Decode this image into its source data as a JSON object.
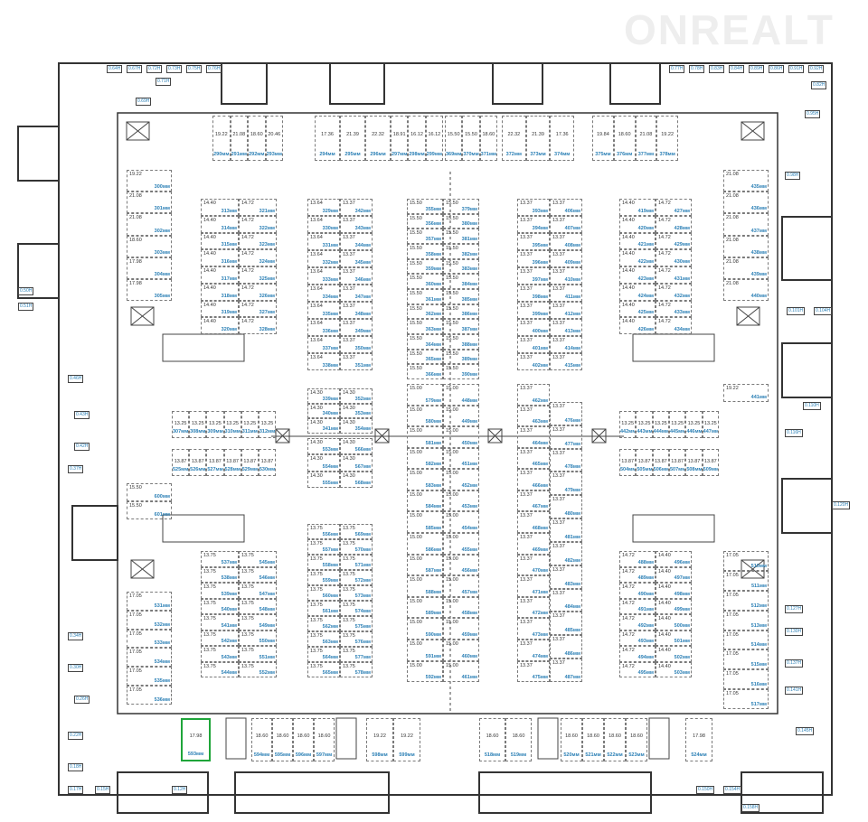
{
  "logo_text": "ONREALT",
  "spot_suffix": "мм",
  "highlight_spot": "593",
  "colors": {
    "highlight": "#1fa53a",
    "number": "#2a7fb5",
    "wall": "#333333"
  },
  "blocks": [
    {
      "id": "t1",
      "start": 290,
      "count": 4,
      "areas": [
        "19.22",
        "21.08",
        "18.60",
        "20.46"
      ]
    },
    {
      "id": "t2",
      "start": 294,
      "count": 3,
      "areas": [
        "17.36",
        "21.39",
        "22.32"
      ]
    },
    {
      "id": "t3",
      "start": 297,
      "count": 3,
      "areas": [
        "18.91",
        "16.12",
        "16.12"
      ]
    },
    {
      "id": "t4",
      "start": 369,
      "count": 3,
      "areas": [
        "15.50",
        "15.50",
        "18.60"
      ]
    },
    {
      "id": "t5",
      "start": 372,
      "count": 3,
      "areas": [
        "22.32",
        "21.39",
        "17.36"
      ]
    },
    {
      "id": "t6",
      "start": 375,
      "count": 4,
      "areas": [
        "19.84",
        "18.60",
        "21.08",
        "19.22"
      ]
    },
    {
      "id": "lc1",
      "start": 300,
      "count": 6,
      "areas": [
        "19.22",
        "21.08",
        "21.08",
        "18.60",
        "17.98",
        "17.98"
      ]
    },
    {
      "id": "aL",
      "start": 313,
      "count": 8,
      "area": "14.40"
    },
    {
      "id": "aR",
      "start": 321,
      "count": 8,
      "area": "14.72"
    },
    {
      "id": "bL",
      "start": 329,
      "count": 10,
      "area": "13.64"
    },
    {
      "id": "bR",
      "start": 342,
      "count": 10,
      "area": "13.37"
    },
    {
      "id": "cL",
      "start": 355,
      "count": 12,
      "area": "15.50"
    },
    {
      "id": "cR",
      "start": 379,
      "count": 12,
      "area": "15.50"
    },
    {
      "id": "dL",
      "start": 393,
      "count": 10,
      "area": "13.37"
    },
    {
      "id": "dR",
      "start": 406,
      "count": 10,
      "area": "13.37"
    },
    {
      "id": "eL",
      "start": 419,
      "count": 8,
      "area": "14.40"
    },
    {
      "id": "eR",
      "start": 427,
      "count": 8,
      "area": "14.72"
    },
    {
      "id": "rc1",
      "start": 435,
      "count": 6,
      "area": "21.08"
    },
    {
      "id": "mlT",
      "start": 307,
      "count": 6,
      "area": "13.25"
    },
    {
      "id": "mlB",
      "start": 525,
      "count": 6,
      "area": "13.87"
    },
    {
      "id": "mrT",
      "start": 442,
      "count": 6,
      "area": "13.25"
    },
    {
      "id": "mrB",
      "start": 504,
      "count": 6,
      "area": "13.87"
    },
    {
      "id": "b2L",
      "start": 339,
      "count": 3,
      "area": "14.30"
    },
    {
      "id": "b2L2",
      "start": 553,
      "count": 3,
      "area": "14.30"
    },
    {
      "id": "b2R",
      "start": 352,
      "count": 3,
      "area": "14.30"
    },
    {
      "id": "b2R2",
      "start": 566,
      "count": 3,
      "area": "14.30"
    },
    {
      "id": "cL2",
      "start": 579,
      "count": 14,
      "area": "15.00"
    },
    {
      "id": "cR2",
      "start": 448,
      "count": 14,
      "area": "15.00"
    },
    {
      "id": "dL2",
      "start": 462,
      "count": 14,
      "area": "13.37"
    },
    {
      "id": "dR2",
      "start": 476,
      "count": 12,
      "area": "13.37"
    },
    {
      "id": "aL2",
      "start": 537,
      "count": 8,
      "area": "13.75"
    },
    {
      "id": "aR2",
      "start": 545,
      "count": 8,
      "area": "13.75"
    },
    {
      "id": "bL3",
      "start": 556,
      "count": 10,
      "area": "13.75"
    },
    {
      "id": "bR3",
      "start": 569,
      "count": 10,
      "area": "13.75"
    },
    {
      "id": "eL2",
      "start": 488,
      "count": 8,
      "area": "14.72"
    },
    {
      "id": "eR2",
      "start": 496,
      "count": 8,
      "area": "14.40"
    },
    {
      "id": "lc0",
      "start": 600,
      "count": 2,
      "area": "15.50"
    },
    {
      "id": "lc2",
      "start": 531,
      "count": 6,
      "area": "17.05"
    },
    {
      "id": "rc0",
      "start": 441,
      "count": 1,
      "area": "19.22"
    },
    {
      "id": "rc2",
      "start": 510,
      "count": 8,
      "area": "17.05"
    },
    {
      "id": "bt1",
      "start": 593,
      "count": 1,
      "area": "17.98"
    },
    {
      "id": "bt2",
      "start": 594,
      "count": 4,
      "area": "18.60"
    },
    {
      "id": "bt3",
      "start": 598,
      "count": 2,
      "area": "19.22"
    },
    {
      "id": "bt4",
      "start": 518,
      "count": 2,
      "area": "18.60"
    },
    {
      "id": "bt5",
      "start": 520,
      "count": 4,
      "area": "18.60"
    },
    {
      "id": "bt6",
      "start": 524,
      "count": 1,
      "area": "17.98"
    }
  ],
  "storage": [
    "0.64Н",
    "0.67Н",
    "0.72Н",
    "0.73Н",
    "0.75Н",
    "0.76Н",
    "0.71Н",
    "0.69Н",
    "0.77Н",
    "0.78Н",
    "0.83Н",
    "0.84Н",
    "0.89Н",
    "0.86Н",
    "0.91Н",
    "0.92Н",
    "0.82Н",
    "0.95Н",
    "0.98Н",
    "0.50Н",
    "0.51Н",
    "0.46Н",
    "0.43Н",
    "0.42Н",
    "0.37Н",
    "0.34Н",
    "0.30Н",
    "0.26Н",
    "0.22Н",
    "0.18Н",
    "0.17Н",
    "0.15Н",
    "0.12Н",
    "0.101Н",
    "0.104Н",
    "0.110Н",
    "0.116Н",
    "0.120Н",
    "0.127Н",
    "0.130Н",
    "0.137Н",
    "0.141Н",
    "0.145Н",
    "0.150Н",
    "0.154Н",
    "0.158Н"
  ]
}
